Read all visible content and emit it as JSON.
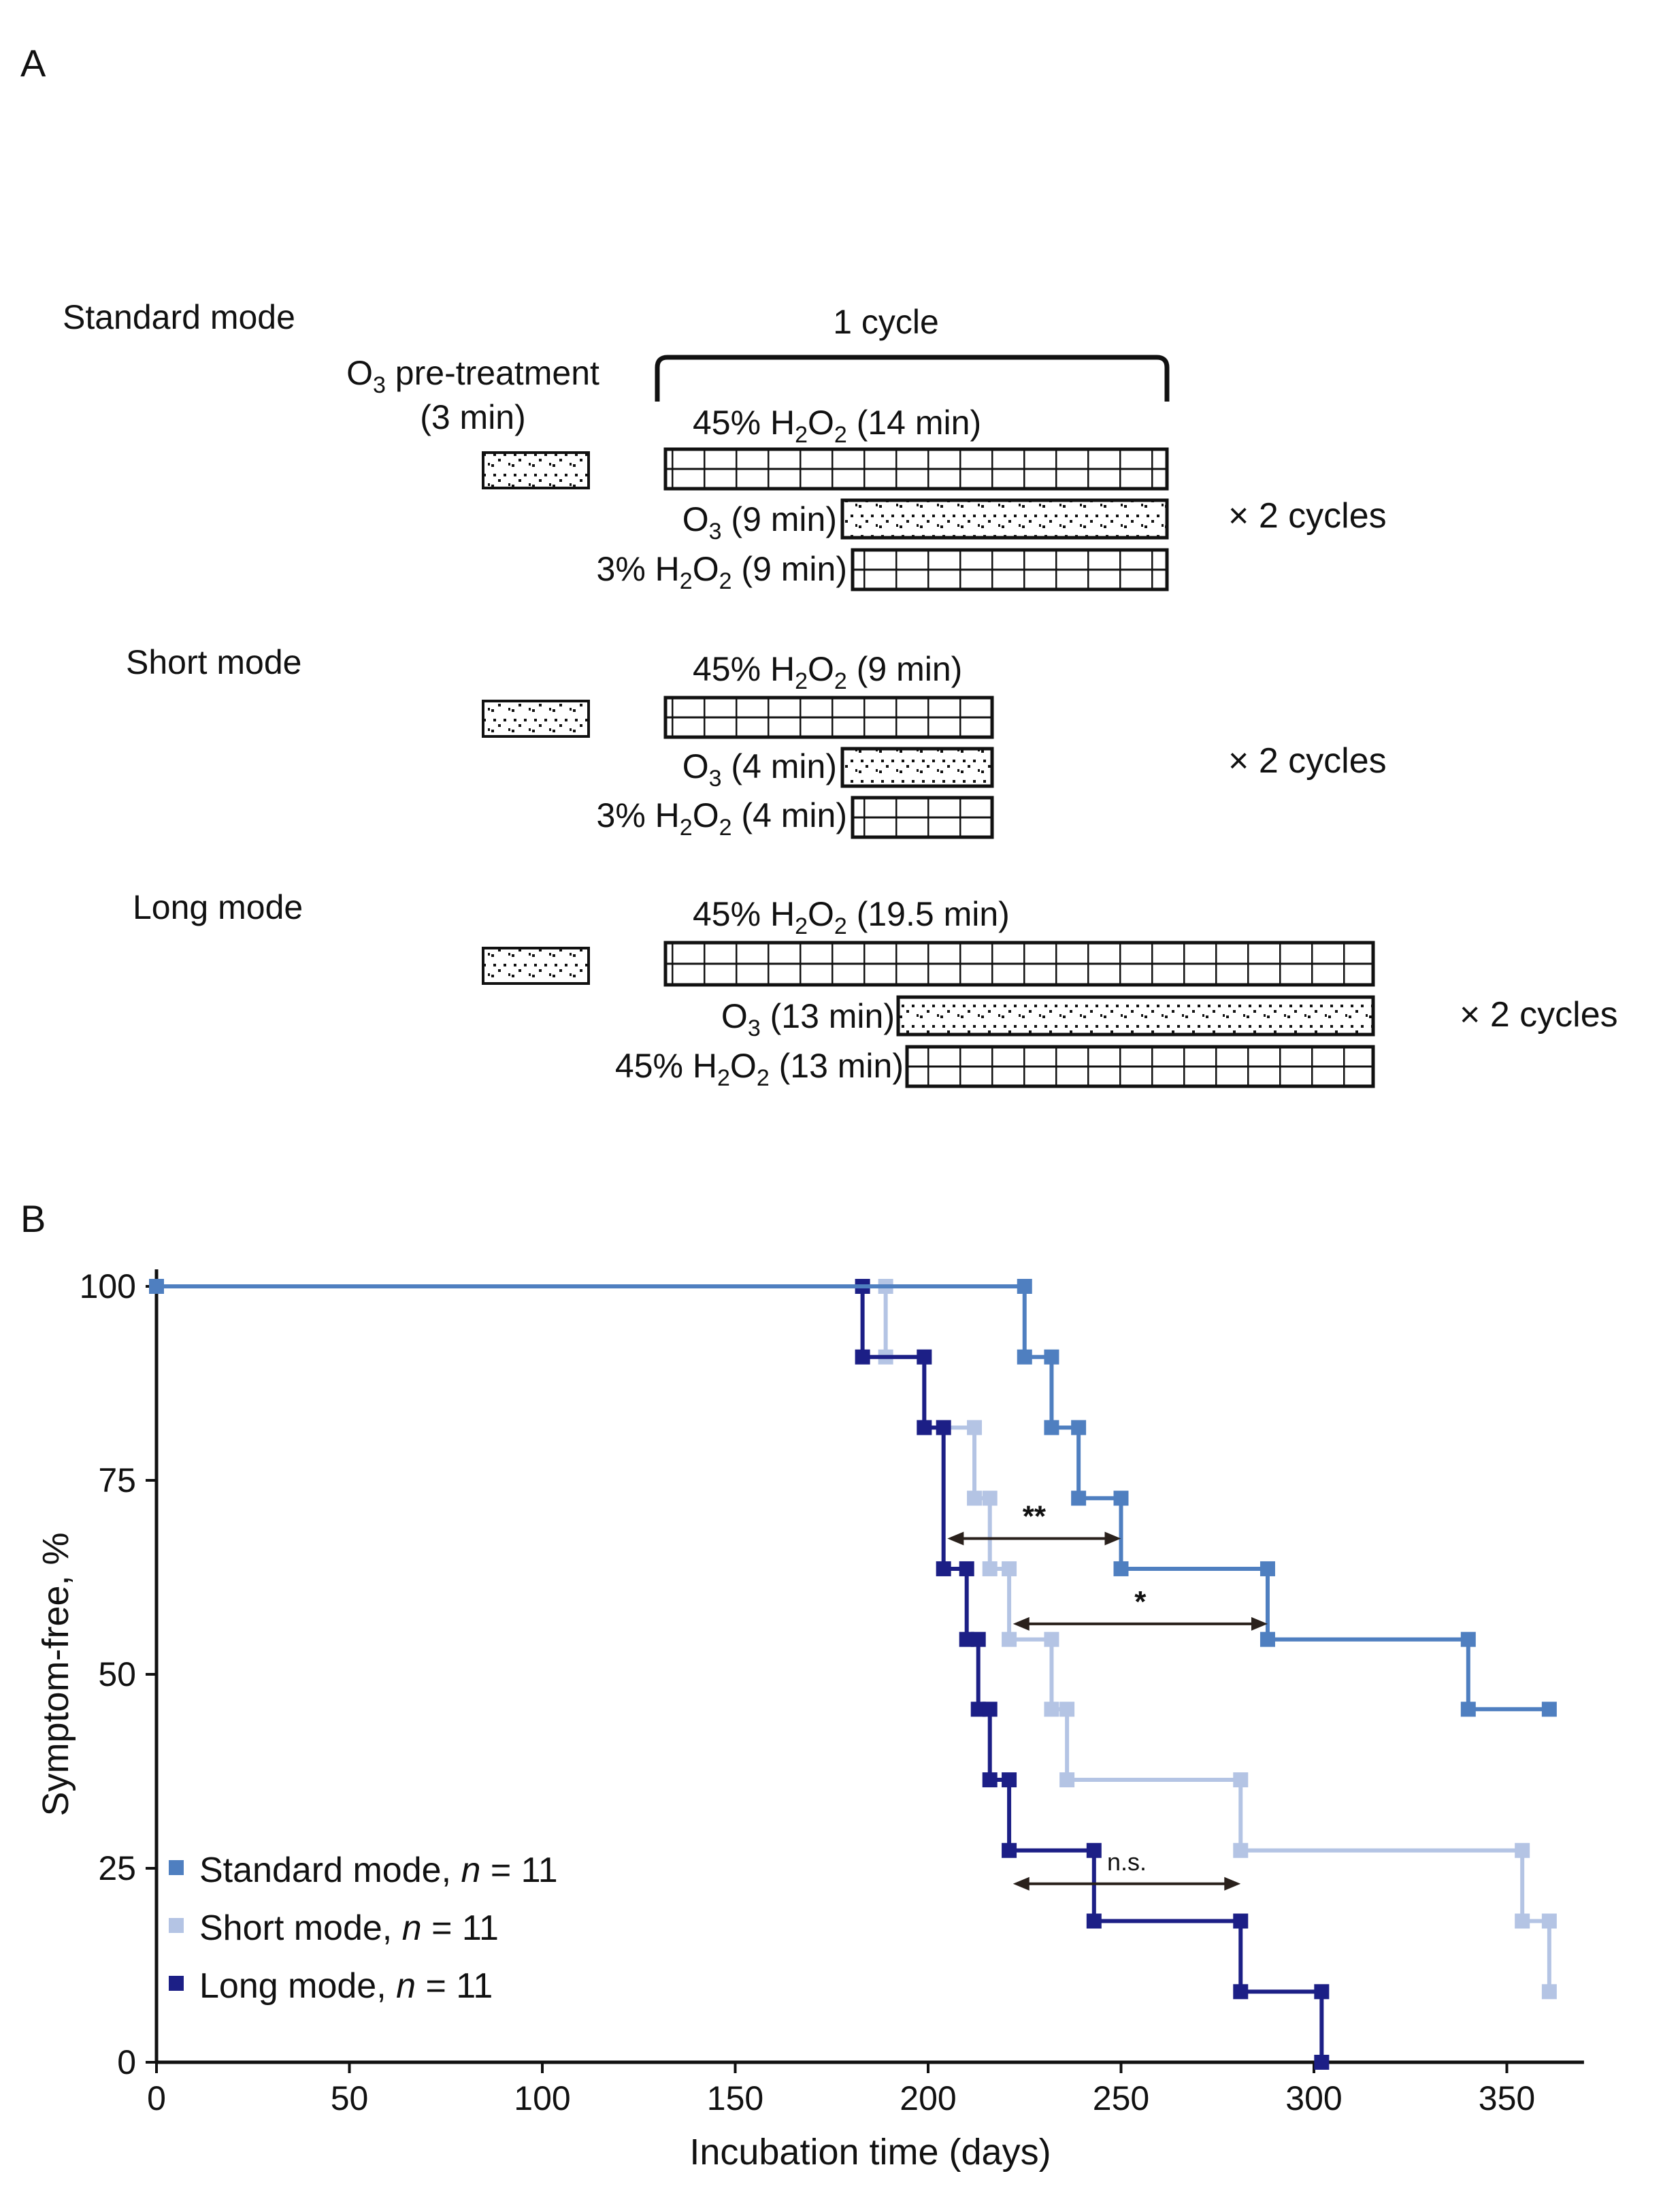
{
  "panel_a": {
    "label": "A",
    "cycle_label": "1 cycle",
    "pretreatment": {
      "line1_o3": "O",
      "line1_sub": "3",
      "line1_rest": " pre-treatment",
      "line2": "(3 min)"
    },
    "modes": [
      {
        "name": "Standard mode",
        "repeat": "× 2 cycles",
        "rows": [
          {
            "pre": "45% H",
            "sub1": "2",
            "mid": "O",
            "sub2": "2",
            "post": " (14 min)",
            "pattern": "grid",
            "minutes": 14
          },
          {
            "pre": "O",
            "sub1": "3",
            "post": " (9 min)",
            "pattern": "dots",
            "minutes": 9
          },
          {
            "pre": "3% H",
            "sub1": "2",
            "mid": "O",
            "sub2": "2",
            "post": " (9 min)",
            "pattern": "grid",
            "minutes": 9
          }
        ]
      },
      {
        "name": "Short mode",
        "repeat": "× 2 cycles",
        "rows": [
          {
            "pre": "45% H",
            "sub1": "2",
            "mid": "O",
            "sub2": "2",
            "post": " (9 min)",
            "pattern": "grid",
            "minutes": 9
          },
          {
            "pre": "O",
            "sub1": "3",
            "post": " (4 min)",
            "pattern": "dots",
            "minutes": 4
          },
          {
            "pre": "3% H",
            "sub1": "2",
            "mid": "O",
            "sub2": "2",
            "post": " (4 min)",
            "pattern": "grid",
            "minutes": 4
          }
        ]
      },
      {
        "name": "Long mode",
        "repeat": "× 2 cycles",
        "rows": [
          {
            "pre": "45% H",
            "sub1": "2",
            "mid": "O",
            "sub2": "2",
            "post": " (19.5 min)",
            "pattern": "grid",
            "minutes": 19.5
          },
          {
            "pre": "O",
            "sub1": "3",
            "post": " (13 min)",
            "pattern": "dots",
            "minutes": 13
          },
          {
            "pre": "45% H",
            "sub1": "2",
            "mid": "O",
            "sub2": "2",
            "post": " (13 min)",
            "pattern": "grid",
            "minutes": 13
          }
        ]
      }
    ]
  },
  "panel_b": {
    "label": "B"
  },
  "chart_data": {
    "type": "line",
    "step": true,
    "xlabel": "Incubation time (days)",
    "ylabel": "Symptom-free, %",
    "xlim": [
      0,
      370
    ],
    "ylim": [
      0,
      100
    ],
    "xticks": [
      0,
      50,
      100,
      150,
      200,
      250,
      300,
      350
    ],
    "yticks": [
      0,
      25,
      50,
      75,
      100
    ],
    "legend_position": "bottom-left",
    "series": [
      {
        "name": "Standard mode, n = 11",
        "legend_pre": "Standard mode, ",
        "legend_n": "n",
        "legend_post": " = 11",
        "color": "#4f7fc0",
        "points": [
          [
            0,
            100
          ],
          [
            225,
            100
          ],
          [
            225,
            90.9
          ],
          [
            232,
            90.9
          ],
          [
            232,
            81.8
          ],
          [
            239,
            81.8
          ],
          [
            239,
            72.7
          ],
          [
            250,
            72.7
          ],
          [
            250,
            63.6
          ],
          [
            288,
            63.6
          ],
          [
            288,
            54.5
          ],
          [
            340,
            54.5
          ],
          [
            340,
            45.5
          ],
          [
            361,
            45.5
          ]
        ]
      },
      {
        "name": "Short mode, n = 11",
        "legend_pre": "Short mode, ",
        "legend_n": "n",
        "legend_post": " = 11",
        "color": "#b4c4e4",
        "points": [
          [
            0,
            100
          ],
          [
            189,
            100
          ],
          [
            189,
            90.9
          ],
          [
            199,
            90.9
          ],
          [
            199,
            81.8
          ],
          [
            212,
            81.8
          ],
          [
            212,
            72.7
          ],
          [
            216,
            72.7
          ],
          [
            216,
            63.6
          ],
          [
            221,
            63.6
          ],
          [
            221,
            54.5
          ],
          [
            232,
            54.5
          ],
          [
            232,
            45.5
          ],
          [
            236,
            45.5
          ],
          [
            236,
            36.4
          ],
          [
            281,
            36.4
          ],
          [
            281,
            27.3
          ],
          [
            354,
            27.3
          ],
          [
            354,
            18.2
          ],
          [
            361,
            18.2
          ],
          [
            361,
            9.1
          ]
        ]
      },
      {
        "name": "Long mode, n = 11",
        "legend_pre": "Long mode, ",
        "legend_n": "n",
        "legend_post": " = 11",
        "color": "#1c1f86",
        "points": [
          [
            0,
            100
          ],
          [
            183,
            100
          ],
          [
            183,
            90.9
          ],
          [
            199,
            90.9
          ],
          [
            199,
            81.8
          ],
          [
            204,
            81.8
          ],
          [
            204,
            63.6
          ],
          [
            210,
            63.6
          ],
          [
            210,
            54.5
          ],
          [
            213,
            54.5
          ],
          [
            213,
            45.5
          ],
          [
            216,
            45.5
          ],
          [
            216,
            36.4
          ],
          [
            221,
            36.4
          ],
          [
            221,
            27.3
          ],
          [
            243,
            27.3
          ],
          [
            243,
            18.2
          ],
          [
            281,
            18.2
          ],
          [
            281,
            9.1
          ],
          [
            302,
            9.1
          ],
          [
            302,
            0
          ]
        ]
      }
    ],
    "annotations": [
      {
        "text": "**",
        "x1": 205,
        "x2": 250,
        "y": 67.5
      },
      {
        "text": "*",
        "x1": 222,
        "x2": 288,
        "y": 56.5
      },
      {
        "text": "n.s.",
        "x1": 222,
        "x2": 281,
        "y": 23
      }
    ]
  }
}
